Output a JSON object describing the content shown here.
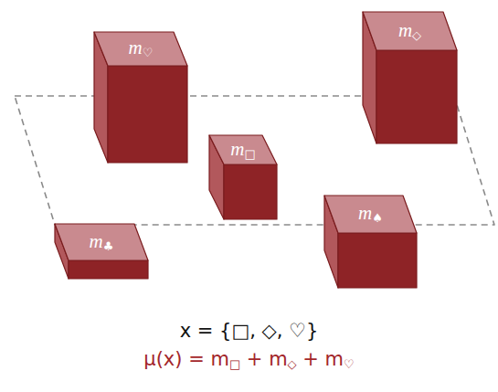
{
  "diagram": {
    "nodes": [
      {
        "text": [
          "m♡"
        ]
      },
      {
        "text": [
          "m◇"
        ]
      },
      {
        "text": [
          "m□"
        ]
      },
      {
        "text": [
          "m♠"
        ]
      },
      {
        "text": [
          "m♣"
        ]
      }
    ],
    "labels": [
      "x = {□, ◇, ♡}",
      "μ(x) = m□ + m◇ + m♡"
    ]
  }
}
